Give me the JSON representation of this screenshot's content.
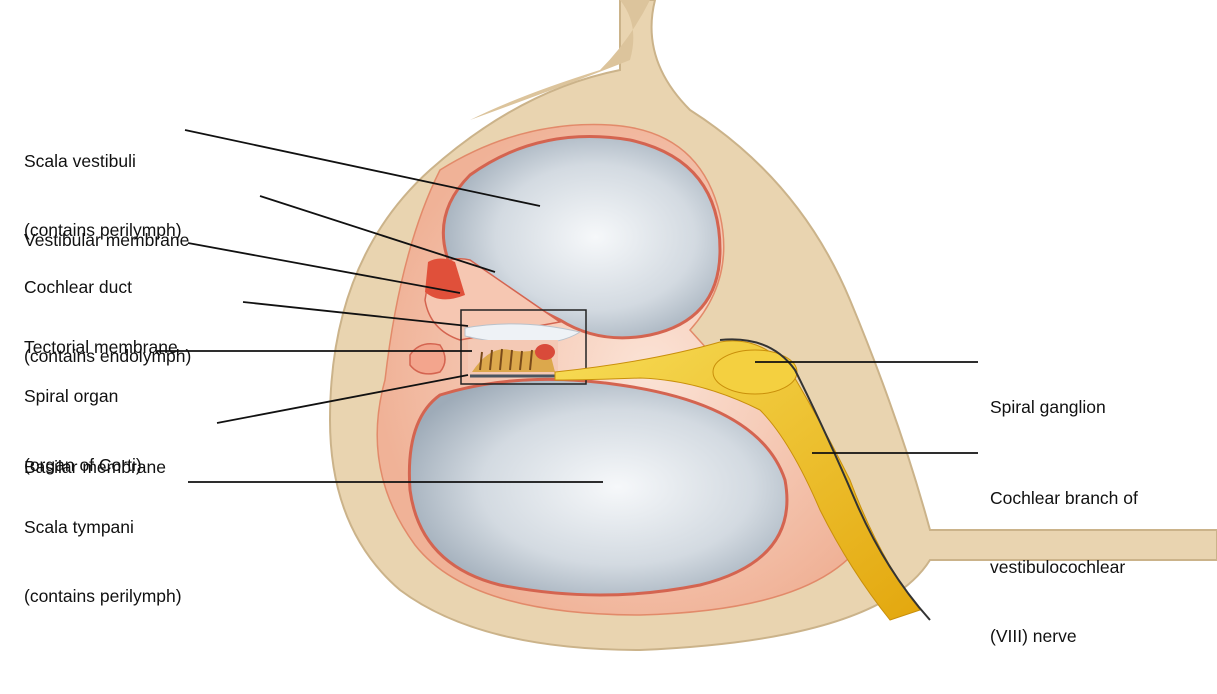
{
  "labels": {
    "scala_vestibuli": [
      "Scala vestibuli",
      "(contains perilymph)"
    ],
    "vestibular_membrane": [
      "Vestibular membrane"
    ],
    "cochlear_duct": [
      "Cochlear duct",
      "(contains endolymph)"
    ],
    "tectorial_membrane": [
      "Tectorial membrane"
    ],
    "spiral_organ": [
      "Spiral organ",
      "(organ of Corti)"
    ],
    "basilar_membrane": [
      "Basilar membrane"
    ],
    "scala_tympani": [
      "Scala tympani",
      "(contains perilymph)"
    ],
    "spiral_ganglion": [
      "Spiral ganglion"
    ],
    "cochlear_branch": [
      "Cochlear branch of",
      "vestibulocochlear",
      "(VIII) nerve"
    ]
  },
  "colors": {
    "bone": "#e9d4b0",
    "bone_dark": "#cbb38a",
    "tissue": "#f2b9a0",
    "tissue_light": "#f8d6c4",
    "chamber": "#c9d2da",
    "chamber_light": "#eef1f4",
    "membrane_red": "#e0503a",
    "nerve": "#f0c21a",
    "leader": "#111111"
  },
  "icons": [
    "cochlea-cross-section-illustration"
  ]
}
